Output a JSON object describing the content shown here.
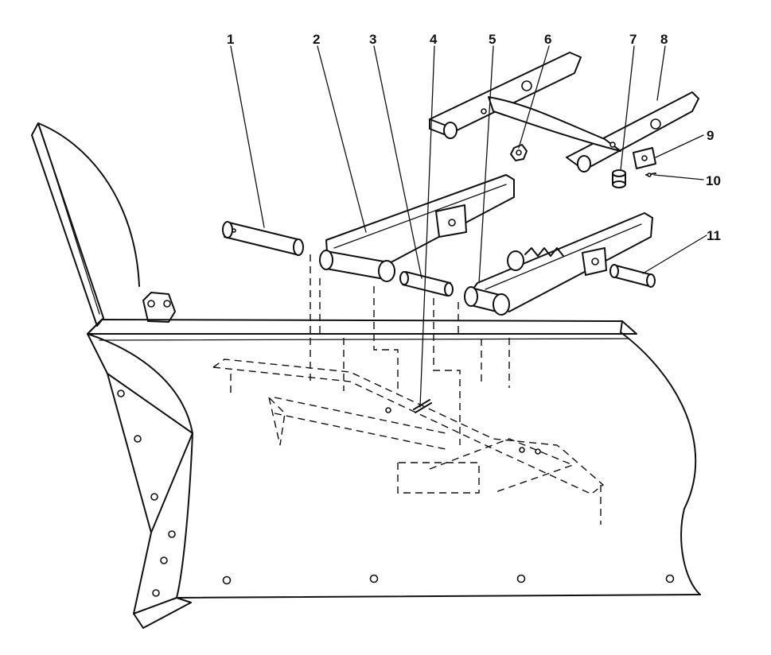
{
  "diagram": {
    "parts": [
      {
        "number": "1"
      },
      {
        "number": "2"
      },
      {
        "number": "3"
      },
      {
        "number": "4"
      },
      {
        "number": "5"
      },
      {
        "number": "6"
      },
      {
        "number": "7"
      },
      {
        "number": "8"
      },
      {
        "number": "9"
      },
      {
        "number": "10"
      },
      {
        "number": "11"
      }
    ],
    "ink_color": "#111111",
    "background_color": "#ffffff"
  }
}
